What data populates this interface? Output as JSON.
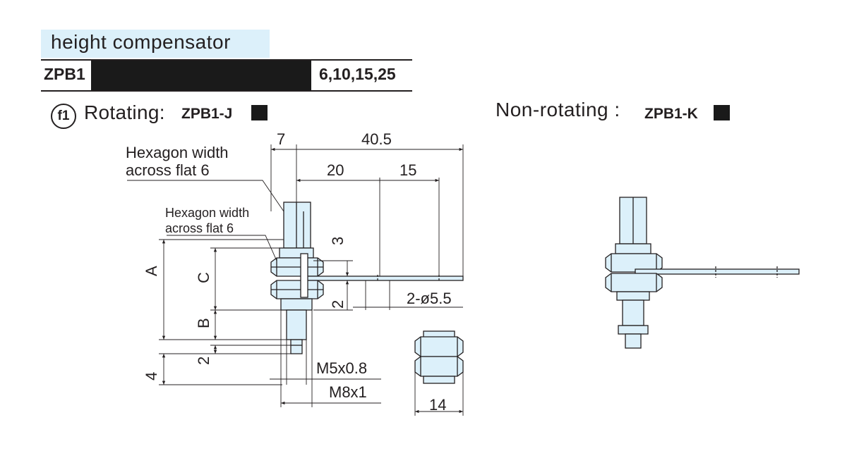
{
  "header": {
    "section_title": "height compensator",
    "model_code": "ZPB1",
    "model_sizes": "6,10,15,25"
  },
  "rotating": {
    "badge": "f1",
    "label": "Rotating:",
    "code": "ZPB1-J"
  },
  "non_rotating": {
    "label": "Non-rotating :",
    "code": "ZPB1-K"
  },
  "drawing": {
    "hex_label_top": [
      "Hexagon width",
      "across flat 6"
    ],
    "hex_label_mid": [
      "Hexagon width",
      "across flat 6"
    ],
    "dim_7": "7",
    "dim_40_5": "40.5",
    "dim_20": "20",
    "dim_15": "15",
    "dim_3": "3",
    "dim_2_right": "2",
    "dim_holes": "2-ø5.5",
    "dim_A": "A",
    "dim_C": "C",
    "dim_B": "B",
    "dim_2_left": "2",
    "dim_4": "4",
    "thread_small": "M5x0.8",
    "thread_large": "M8x1",
    "nut_width": "14"
  },
  "colors": {
    "part_fill": "#dcf0fa",
    "line": "#231f20",
    "black_bar": "#1a1a1a"
  }
}
